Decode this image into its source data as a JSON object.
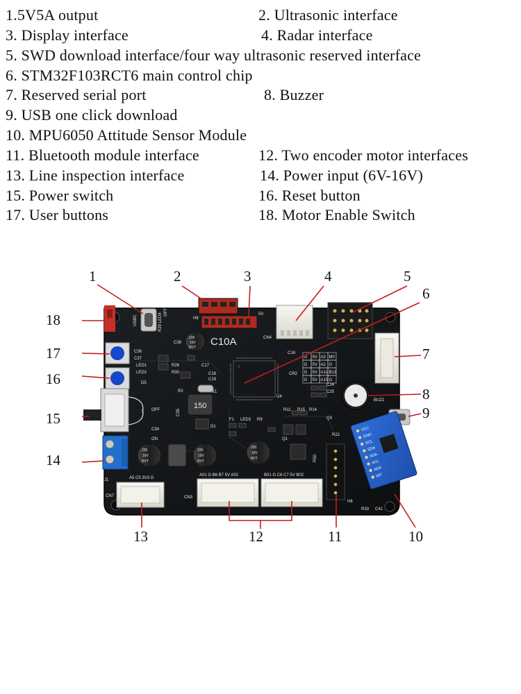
{
  "legend": {
    "items": [
      "1.5V5A output",
      "2. Ultrasonic interface",
      "3. Display interface",
      "4. Radar interface",
      "5. SWD download interface/four way ultrasonic reserved interface",
      "6. STM32F103RCT6 main control chip",
      "7. Reserved serial port",
      "8. Buzzer",
      "9. USB one click download",
      "10. MPU6050 Attitude Sensor Module",
      "11. Bluetooth module interface",
      "12. Two encoder motor interfaces",
      "13. Line inspection interface",
      "14. Power input (6V-16V)",
      "15. Power switch",
      "16. Reset button",
      "17. User buttons",
      "18. Motor Enable Switch"
    ]
  },
  "callouts": [
    "1",
    "2",
    "3",
    "4",
    "5",
    "6",
    "7",
    "8",
    "9",
    "10",
    "11",
    "12",
    "13",
    "14",
    "15",
    "16",
    "17",
    "18"
  ],
  "board": {
    "model": "C10A",
    "silk": {
      "usb": "USBC",
      "off": "OFF",
      "led4": "R29 LED4",
      "h9": "H9",
      "v5": "5V",
      "cn4": "CN4",
      "c38": "C38",
      "cap1": "220",
      "cap2": "16V",
      "cap3": "RVT",
      "c36": "C36",
      "c37": "C37",
      "led1": "LED1",
      "led2": "LED2",
      "r26": "R26",
      "r30": "R30",
      "c17": "C17",
      "c18": "C18",
      "c19": "C19",
      "d5": "D5",
      "r2": "R2",
      "x1": "X1",
      "c16": "C16",
      "cr2": "CR2",
      "c24": "C24",
      "c25": "C25",
      "u4": "U4",
      "buz1": "BUZ1",
      "inductor": "150",
      "c35": "C35",
      "c34": "C34",
      "d1": "D1",
      "led3": "LED3",
      "f1": "F1",
      "r9": "R9",
      "q1": "Q1",
      "q3": "Q3",
      "r22": "R22",
      "r50": "R50",
      "r11": "R11",
      "r15": "R15",
      "r14": "R14",
      "r33": "R33",
      "c41": "C41",
      "h6": "H6",
      "j1": "J1",
      "cn7": "CN7",
      "cn3": "CN3",
      "sw_on": "ON",
      "sw_off": "OFF",
      "cn7_pins": "A5  C5  3V3  G",
      "cn3_pins": "A01  G   B6  B7  5V  A02",
      "cn5_pins": "B01  G   C6  C7  5V  B02",
      "mpu_pins": [
        "VCC",
        "GND",
        "SCL",
        "SDA",
        "XDA",
        "XCL",
        "AD0",
        "INT"
      ],
      "table": [
        [
          "G",
          "5V",
          "A3",
          "M0"
        ],
        [
          "G",
          "5V",
          "A2",
          "G"
        ],
        [
          "G",
          "5V",
          "A11",
          "B13"
        ],
        [
          "G",
          "5V",
          "A15",
          "G"
        ]
      ]
    }
  }
}
